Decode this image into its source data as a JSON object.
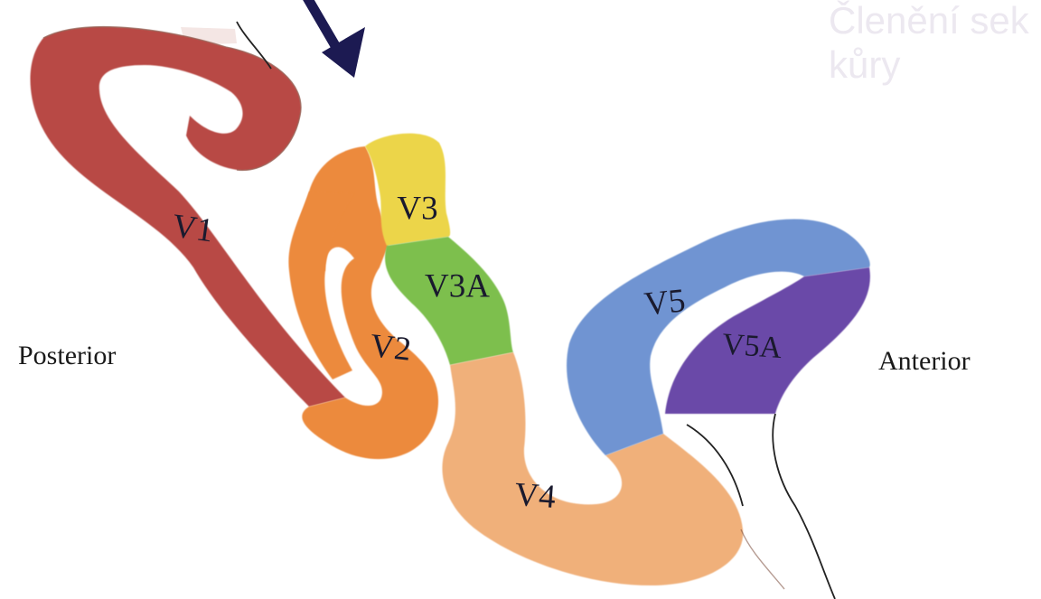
{
  "title": "Členění sekundární zrakové kůry",
  "title_visible": "Členění sek\nkůry",
  "regions": [
    {
      "id": "V1",
      "label": "V1",
      "color": "#b84a45"
    },
    {
      "id": "V2",
      "label": "V2",
      "color": "#ec8a3e"
    },
    {
      "id": "V3",
      "label": "V3",
      "color": "#ecd54a"
    },
    {
      "id": "V3A",
      "label": "V3A",
      "color": "#7dbf4e"
    },
    {
      "id": "V4",
      "label": "V4",
      "color": "#f0b07a"
    },
    {
      "id": "V5",
      "label": "V5",
      "color": "#6f94d2"
    },
    {
      "id": "V5A",
      "label": "V5A",
      "color": "#6a4aa8"
    }
  ],
  "directions": {
    "posterior": "Posterior",
    "anterior": "Anterior"
  },
  "arrow_color": "#1c1a52"
}
